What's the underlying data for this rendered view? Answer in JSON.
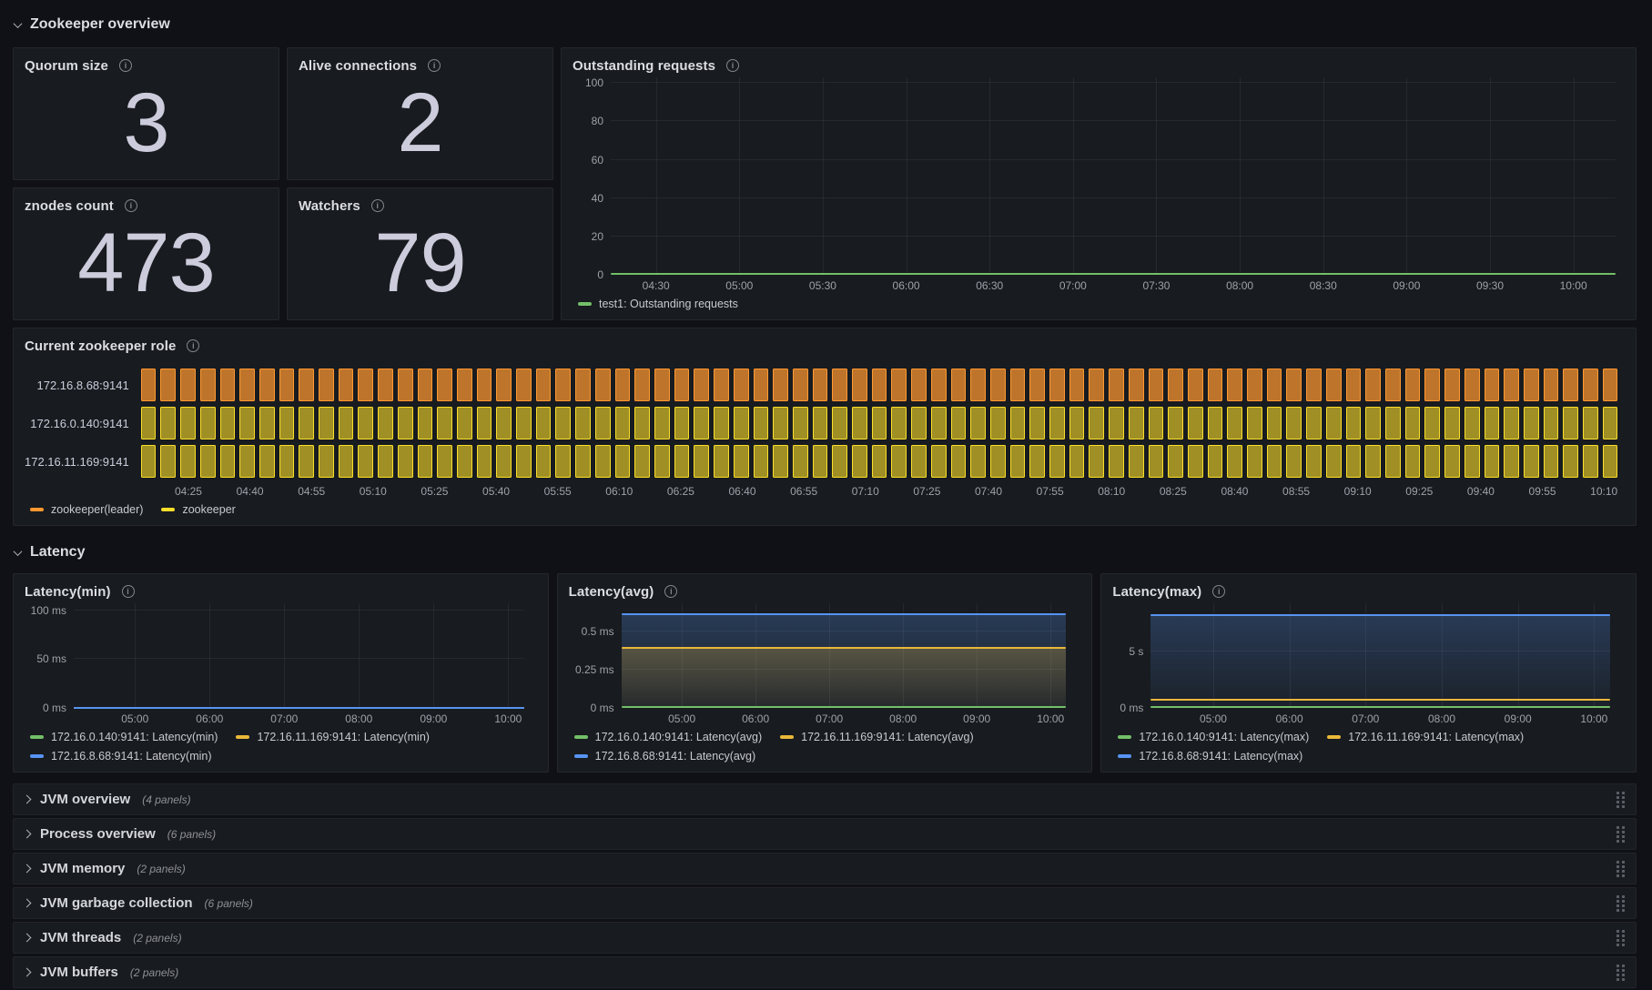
{
  "sections": {
    "zookeeper_overview": {
      "title": "Zookeeper overview"
    },
    "latency": {
      "title": "Latency"
    }
  },
  "colors": {
    "green": "#73bf69",
    "yellow": "#eab839",
    "timeline_yellow": "#fade2a",
    "blue": "#5794f2",
    "orange": "#ff9830"
  },
  "stat_panels": [
    {
      "title": "Quorum size",
      "value": "3"
    },
    {
      "title": "Alive connections",
      "value": "2"
    },
    {
      "title": "znodes count",
      "value": "473"
    },
    {
      "title": "Watchers",
      "value": "79"
    }
  ],
  "collapsed_rows": [
    {
      "title": "JVM overview",
      "count": "(4 panels)"
    },
    {
      "title": "Process overview",
      "count": "(6 panels)"
    },
    {
      "title": "JVM memory",
      "count": "(2 panels)"
    },
    {
      "title": "JVM garbage collection",
      "count": "(6 panels)"
    },
    {
      "title": "JVM threads",
      "count": "(2 panels)"
    },
    {
      "title": "JVM buffers",
      "count": "(2 panels)"
    }
  ],
  "chart_data": [
    {
      "id": "outstanding-requests",
      "type": "line",
      "title": "Outstanding requests",
      "ylim": [
        0,
        103
      ],
      "yticks": [
        {
          "v": 0,
          "label": "0"
        },
        {
          "v": 20,
          "label": "20"
        },
        {
          "v": 40,
          "label": "40"
        },
        {
          "v": 60,
          "label": "60"
        },
        {
          "v": 80,
          "label": "80"
        },
        {
          "v": 100,
          "label": "100"
        }
      ],
      "xticks": [
        "04:30",
        "05:00",
        "05:30",
        "06:00",
        "06:30",
        "07:00",
        "07:30",
        "08:00",
        "08:30",
        "09:00",
        "09:30",
        "10:00"
      ],
      "x_start_pct": 4.5,
      "x_step_pct": 8.3,
      "gutter": 42,
      "right_pad": 10,
      "grid": true,
      "legend_position": "bottom",
      "series": [
        {
          "name": "test1: Outstanding requests",
          "color": "#73bf69",
          "value": 0.4,
          "fill": false
        }
      ],
      "legend": [
        {
          "label": "test1: Outstanding requests",
          "color": "#73bf69"
        }
      ]
    },
    {
      "id": "current-zookeeper-role",
      "type": "timeline",
      "title": "Current zookeeper role",
      "rows": [
        {
          "label": "172.16.8.68:9141",
          "state": "zookeeper(leader)"
        },
        {
          "label": "172.16.0.140:9141",
          "state": "zookeeper"
        },
        {
          "label": "172.16.11.169:9141",
          "state": "zookeeper"
        }
      ],
      "segments": 75,
      "states": {
        "zookeeper(leader)": {
          "fill": "rgba(255,152,48,0.72)",
          "border": "#ff9830"
        },
        "zookeeper": {
          "fill": "rgba(250,222,42,0.60)",
          "border": "#fade2a"
        }
      },
      "xticks": [
        "04:25",
        "04:40",
        "04:55",
        "05:10",
        "05:25",
        "05:40",
        "05:55",
        "06:10",
        "06:25",
        "06:40",
        "06:55",
        "07:10",
        "07:25",
        "07:40",
        "07:55",
        "08:10",
        "08:25",
        "08:40",
        "08:55",
        "09:10",
        "09:25",
        "09:40",
        "09:55",
        "10:10"
      ],
      "x_start_pct": 4.15,
      "x_step_pct": 4.128,
      "legend": [
        {
          "label": "zookeeper(leader)",
          "color": "#ff9830"
        },
        {
          "label": "zookeeper",
          "color": "#fade2a"
        }
      ]
    },
    {
      "id": "latency-min",
      "type": "line",
      "title": "Latency(min)",
      "ylim": [
        0,
        107
      ],
      "yticks": [
        {
          "v": 0,
          "label": "0 ms"
        },
        {
          "v": 50,
          "label": "50 ms"
        },
        {
          "v": 100,
          "label": "100 ms"
        }
      ],
      "xticks": [
        "05:00",
        "06:00",
        "07:00",
        "08:00",
        "09:00",
        "10:00"
      ],
      "x_start_pct": 13.6,
      "x_step_pct": 16.58,
      "gutter": 54,
      "right_pad": 14,
      "grid": true,
      "legend_position": "bottom",
      "series": [
        {
          "name": "172.16.0.140:9141: Latency(min)",
          "color": "#73bf69",
          "value": 0.4,
          "fill": false
        },
        {
          "name": "172.16.11.169:9141: Latency(min)",
          "color": "#eab839",
          "value": 0.4,
          "fill": false
        },
        {
          "name": "172.16.8.68:9141: Latency(min)",
          "color": "#5794f2",
          "value": 0.4,
          "fill": false
        }
      ],
      "legend": [
        {
          "label": "172.16.0.140:9141: Latency(min)",
          "color": "#73bf69"
        },
        {
          "label": "172.16.11.169:9141: Latency(min)",
          "color": "#eab839"
        },
        {
          "label": "172.16.8.68:9141: Latency(min)",
          "color": "#5794f2"
        }
      ]
    },
    {
      "id": "latency-avg",
      "type": "line",
      "title": "Latency(avg)",
      "ylim": [
        0,
        0.6875
      ],
      "yticks": [
        {
          "v": 0,
          "label": "0 ms"
        },
        {
          "v": 0.25,
          "label": "0.25 ms"
        },
        {
          "v": 0.5,
          "label": "0.5 ms"
        }
      ],
      "xticks": [
        "05:00",
        "06:00",
        "07:00",
        "08:00",
        "09:00",
        "10:00"
      ],
      "x_start_pct": 13.6,
      "x_step_pct": 16.58,
      "gutter": 58,
      "right_pad": 16,
      "grid": true,
      "legend_position": "bottom",
      "series": [
        {
          "name": "172.16.8.68:9141: Latency(avg)",
          "color": "#5794f2",
          "value": 0.615,
          "fill": true
        },
        {
          "name": "172.16.11.169:9141: Latency(avg)",
          "color": "#eab839",
          "value": 0.395,
          "fill": true
        },
        {
          "name": "172.16.0.140:9141: Latency(avg)",
          "color": "#73bf69",
          "value": 0.004,
          "fill": false
        }
      ],
      "legend": [
        {
          "label": "172.16.0.140:9141: Latency(avg)",
          "color": "#73bf69"
        },
        {
          "label": "172.16.11.169:9141: Latency(avg)",
          "color": "#eab839"
        },
        {
          "label": "172.16.8.68:9141: Latency(avg)",
          "color": "#5794f2"
        }
      ]
    },
    {
      "id": "latency-max",
      "type": "line",
      "title": "Latency(max)",
      "ylim": [
        0,
        9.3
      ],
      "yticks": [
        {
          "v": 0,
          "label": "0 ms"
        },
        {
          "v": 5,
          "label": "5 s"
        }
      ],
      "xticks": [
        "05:00",
        "06:00",
        "07:00",
        "08:00",
        "09:00",
        "10:00"
      ],
      "x_start_pct": 13.6,
      "x_step_pct": 16.58,
      "gutter": 42,
      "right_pad": 16,
      "grid": true,
      "legend_position": "bottom",
      "series": [
        {
          "name": "172.16.8.68:9141: Latency(max)",
          "color": "#5794f2",
          "value": 8.25,
          "fill": true
        },
        {
          "name": "172.16.11.169:9141: Latency(max)",
          "color": "#eab839",
          "value": 0.75,
          "fill": false
        },
        {
          "name": "172.16.0.140:9141: Latency(max)",
          "color": "#73bf69",
          "value": 0.1,
          "fill": false
        }
      ],
      "legend": [
        {
          "label": "172.16.0.140:9141: Latency(max)",
          "color": "#73bf69"
        },
        {
          "label": "172.16.11.169:9141: Latency(max)",
          "color": "#eab839"
        },
        {
          "label": "172.16.8.68:9141: Latency(max)",
          "color": "#5794f2"
        }
      ]
    }
  ]
}
